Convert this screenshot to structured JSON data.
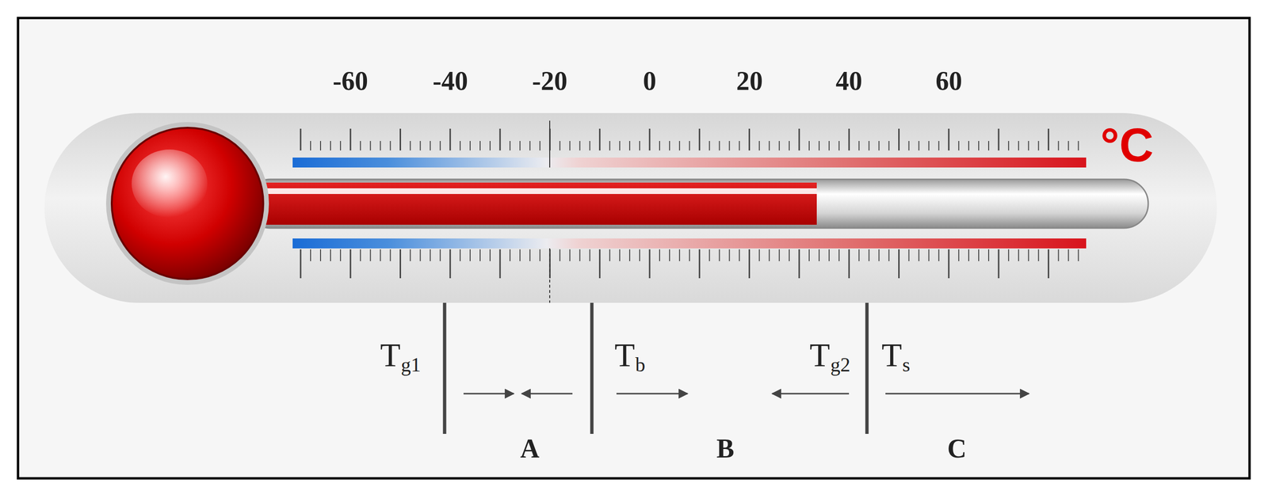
{
  "diagram": {
    "labels": [
      "-60",
      "-40",
      "-20",
      "0",
      "20",
      "40",
      "60",
      "°C",
      "T",
      "g1",
      "T",
      "b",
      "T",
      "g2",
      "T",
      "s",
      "A",
      "B",
      "C"
    ]
  }
}
